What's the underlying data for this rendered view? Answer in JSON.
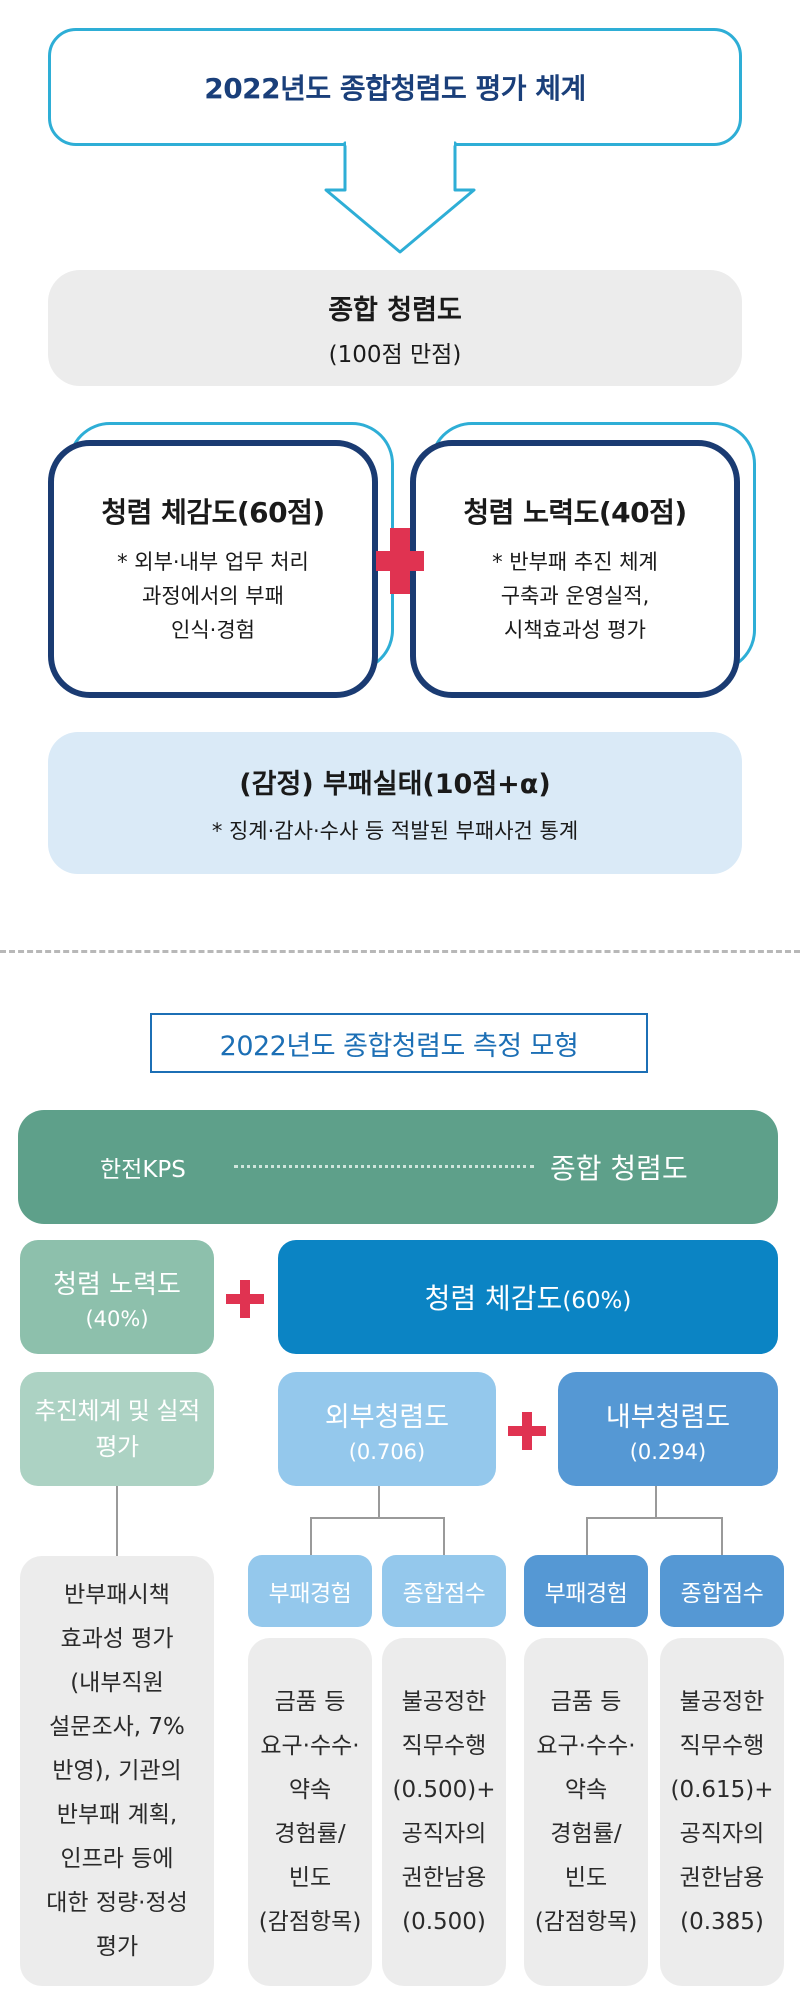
{
  "section1": {
    "title": "2022년도 종합청렴도 평가 체계",
    "total": {
      "title": "종합 청렴도",
      "subtitle": "(100점 만점)"
    },
    "perception": {
      "title": "청렴 체감도(60점)",
      "desc": [
        "* 외부·내부 업무 처리",
        "과정에서의 부패",
        "인식·경험"
      ]
    },
    "effort": {
      "title": "청렴 노력도(40점)",
      "desc": [
        "* 반부패 추진 체계",
        "구축과 운영실적,",
        "시책효과성 평가"
      ]
    },
    "corruption": {
      "title": "(감정) 부패실태(10점+α)",
      "desc": "* 징계·감사·수사 등 적발된 부패사건 통계"
    }
  },
  "section2": {
    "title": "2022년도 종합청렴도 측정 모형",
    "org": "한전KPS",
    "total": "종합 청렴도",
    "effort": {
      "title": "청렴 노력도",
      "pct": "(40%)"
    },
    "perception": {
      "title": "청렴 체감도",
      "pct": "(60%)"
    },
    "eval": [
      "추진체계 및 실적",
      "평가"
    ],
    "external": {
      "title": "외부청렴도",
      "weight": "(0.706)"
    },
    "internal": {
      "title": "내부청렴도",
      "weight": "(0.294)"
    },
    "pills": {
      "corruption_exp": "부패경험",
      "total_score": "종합점수"
    },
    "desc_eval": [
      "반부패시책",
      "효과성 평가",
      "(내부직원",
      "설문조사, 7%",
      "반영), 기관의",
      "반부패 계획,",
      "인프라 등에",
      "대한 정량·정성",
      "평가"
    ],
    "desc_ext_exp": [
      "금품 등",
      "요구·수수·",
      "약속",
      "경험률/",
      "빈도",
      "(감점항목)"
    ],
    "desc_ext_score": [
      "불공정한",
      "직무수행",
      "(0.500)+",
      "공직자의",
      "권한남용",
      "(0.500)"
    ],
    "desc_int_exp": [
      "금품 등",
      "요구·수수·",
      "약속",
      "경험률/",
      "빈도",
      "(감점항목)"
    ],
    "desc_int_score": [
      "불공정한",
      "직무수행",
      "(0.615)+",
      "공직자의",
      "권한남용",
      "(0.385)"
    ]
  },
  "colors": {
    "navy": "#1a3b72",
    "cyan": "#2eaed6",
    "red": "#e03351",
    "green": "#5ea08a",
    "blue": "#0b84c4"
  }
}
